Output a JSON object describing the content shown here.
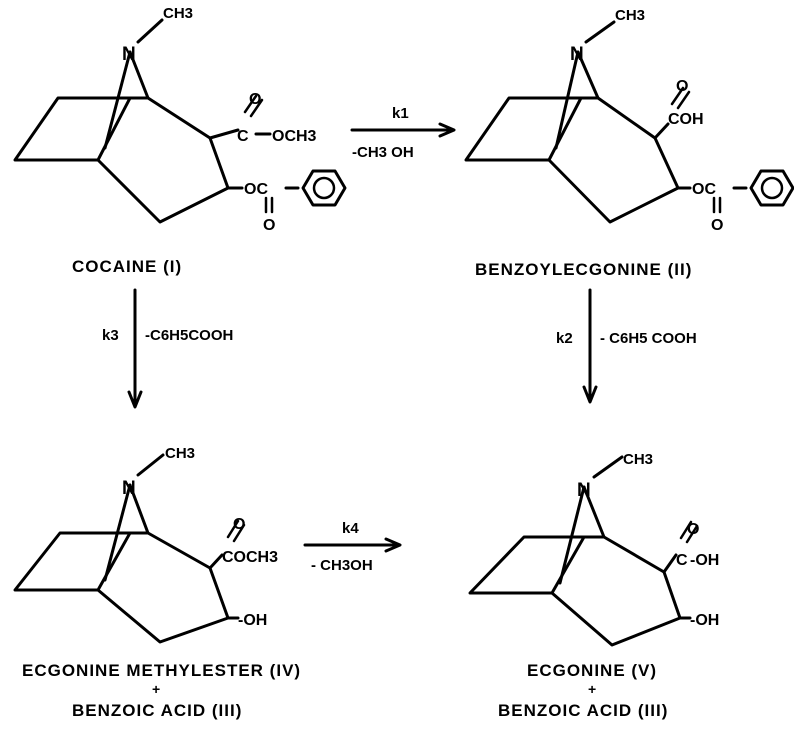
{
  "compounds": {
    "cocaine": {
      "name": "COCAINE (I)",
      "n_methyl": "CH3",
      "ester": "OCH3",
      "benzoate": "OC",
      "carbonyl_o": "O"
    },
    "benzoylecgonine": {
      "name": "BENZOYLECGONINE (II)",
      "n_methyl": "CH3",
      "acid": "COH",
      "benzoate": "OC",
      "carbonyl_o": "O"
    },
    "ecgonine_methylester": {
      "name": "ECGONINE METHYLESTER (IV)",
      "plus": "+",
      "coproduct": "BENZOIC ACID (III)",
      "n_methyl": "CH3",
      "ester": "COCH3",
      "hydroxyl": "-OH",
      "carbonyl_o": "O"
    },
    "ecgonine": {
      "name": "ECGONINE (V)",
      "plus": "+",
      "coproduct": "BENZOIC ACID (III)",
      "n_methyl": "CH3",
      "acid": "-OH",
      "hydroxyl": "-OH",
      "carbonyl_o": "O"
    }
  },
  "reactions": {
    "r1": {
      "k": "k1",
      "loss": "-CH3 OH"
    },
    "r2": {
      "k": "k2",
      "loss": "- C6H5 COOH"
    },
    "r3": {
      "k": "k3",
      "loss": "-C6H5COOH"
    },
    "r4": {
      "k": "k4",
      "loss": "- CH3OH"
    }
  },
  "atom_n": "N"
}
